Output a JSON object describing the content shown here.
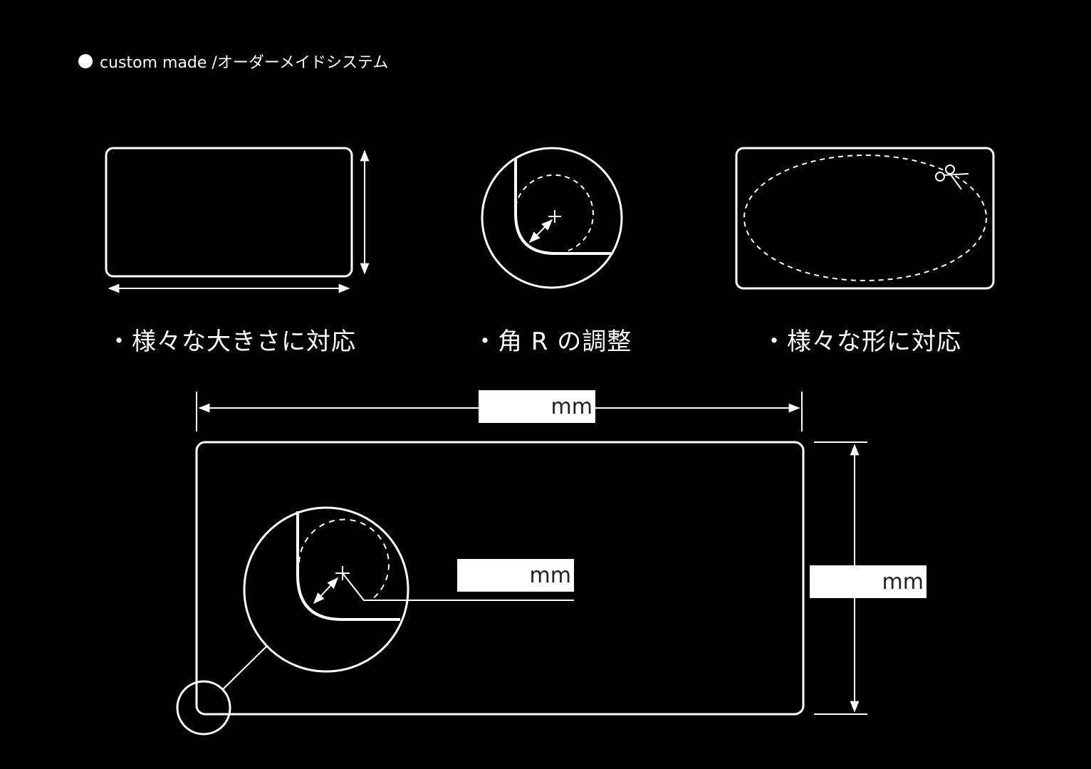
{
  "header": {
    "title": "custom made /オーダーメイドシステム"
  },
  "features": [
    {
      "label": "・様々な大きさに対応"
    },
    {
      "label": "・角 R の調整"
    },
    {
      "label": "・様々な形に対応"
    }
  ],
  "spec": {
    "width_unit": "mm",
    "radius_unit": "mm",
    "height_unit": "mm"
  },
  "icons": [
    "rectangle-size-icon",
    "corner-radius-icon",
    "custom-shape-icon",
    "scissors-icon",
    "bullet-dot-icon"
  ],
  "colors": {
    "background": "#000000",
    "line": "#ffffff",
    "field_text": "#222222"
  }
}
